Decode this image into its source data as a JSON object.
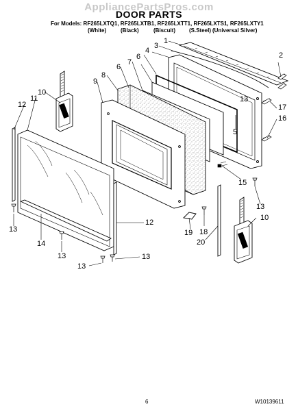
{
  "watermark": "AppliancePartsPros.com",
  "title": "DOOR PARTS",
  "models_line": "For Models: RF265LXTQ1, RF265LXTB1, RF265LXTT1, RF265LXTS1, RF265LXTY1",
  "colors": [
    "(White)",
    "(Black)",
    "(Biscuit)",
    "(S.Steel)",
    "(Universal Silver)"
  ],
  "callouts": [
    "1",
    "2",
    "3",
    "4",
    "5",
    "6",
    "6",
    "7",
    "8",
    "9",
    "10",
    "10",
    "11",
    "12",
    "12",
    "13",
    "13",
    "13",
    "13",
    "13",
    "13",
    "14",
    "15",
    "16",
    "17",
    "18",
    "19",
    "20"
  ],
  "page_number": "6",
  "doc_code": "W10139611"
}
